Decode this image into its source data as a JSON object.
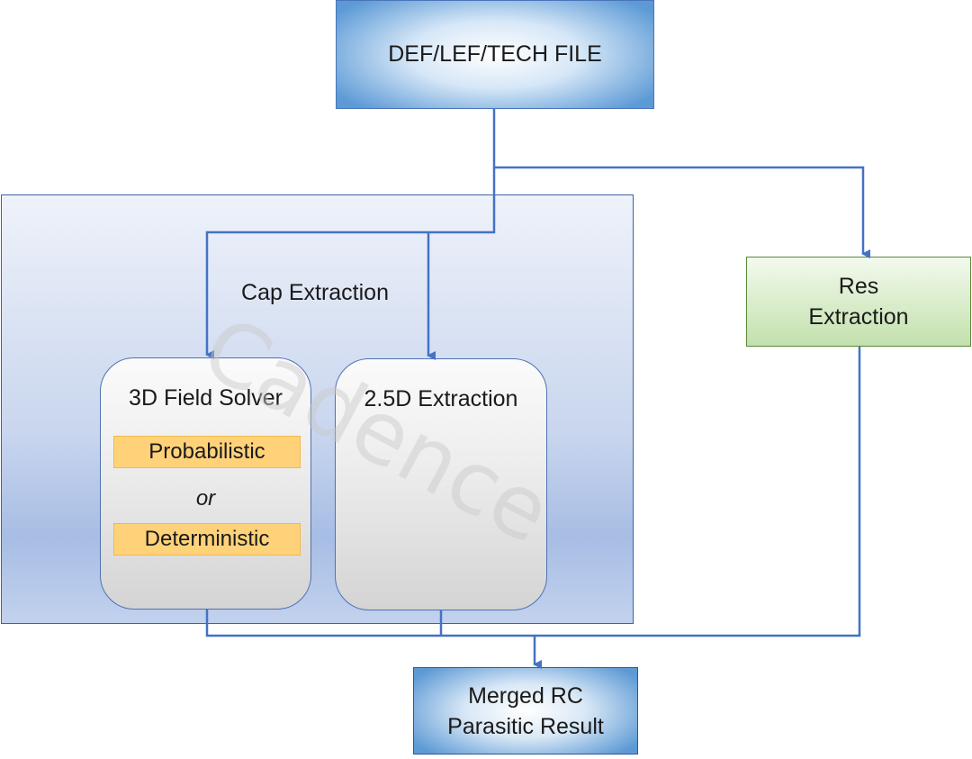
{
  "top_box": {
    "label": "DEF/LEF/TECH FILE"
  },
  "cap_panel": {
    "title": "Cap Extraction",
    "solver": {
      "title": "3D Field Solver",
      "option_1": "Probabilistic",
      "connector": "or",
      "option_2": "Deterministic"
    },
    "twofive": {
      "title": "2.5D Extraction"
    }
  },
  "res_box": {
    "line_1": "Res",
    "line_2": "Extraction"
  },
  "merged_box": {
    "line_1": "Merged RC",
    "line_2": "Parasitic Result"
  },
  "watermark": "Cadence",
  "colors": {
    "connector_line": "#4472c4",
    "option_fill": "#ffd27a",
    "res_fill": "#d6ebc6",
    "panel_fill": "#c9d6ee"
  }
}
